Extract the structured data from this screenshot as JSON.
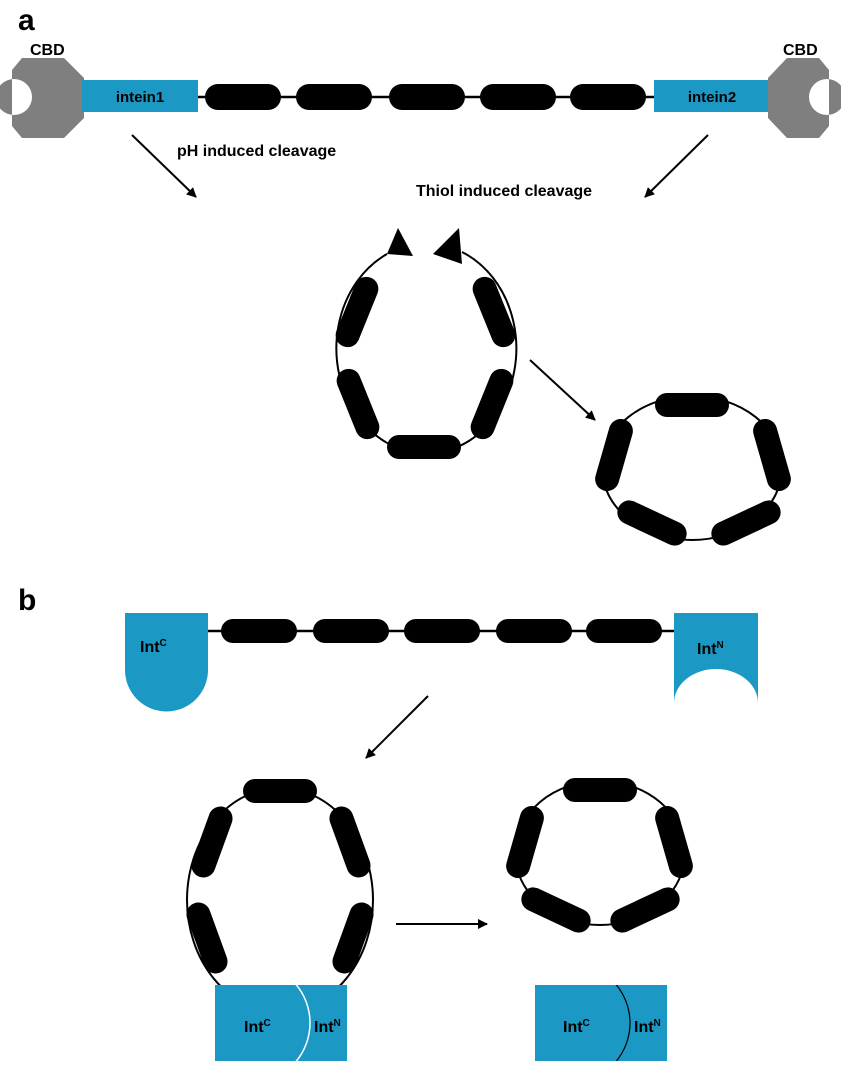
{
  "colors": {
    "intein": "#1b98c4",
    "cbd": "#7f7f7f",
    "domain": "#000000"
  },
  "panel_a": {
    "label": "a",
    "cbd_left": "CBD",
    "cbd_right": "CBD",
    "intein_left": "intein1",
    "intein_right": "intein2",
    "cleavage_left": "pH induced cleavage",
    "cleavage_right": "Thiol induced cleavage"
  },
  "panel_b": {
    "label": "b",
    "intc_base": "Int",
    "intc_sup": "C",
    "intn_base": "Int",
    "intn_sup": "N"
  }
}
